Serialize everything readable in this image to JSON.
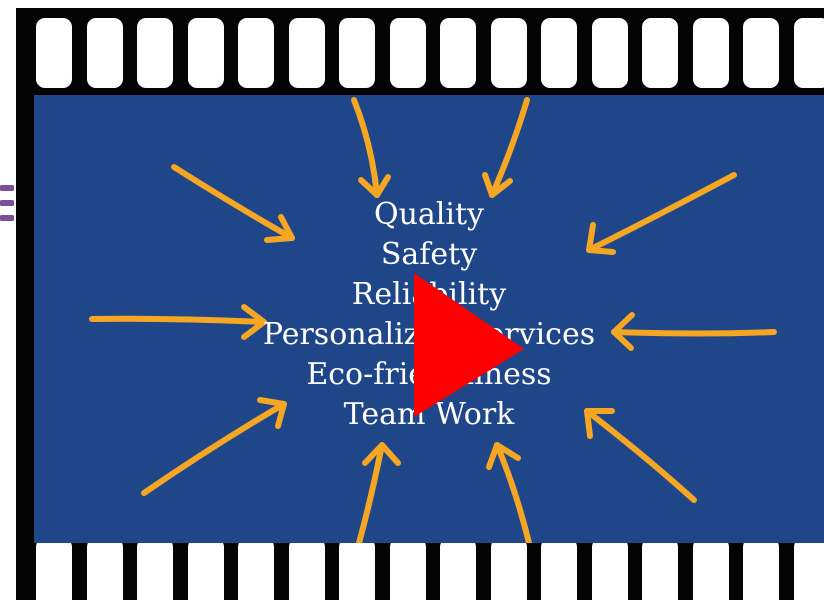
{
  "video": {
    "values": [
      "Quality",
      "Safety",
      "Reliability",
      "Personalized Services",
      "Eco-friendliness",
      "Team Work"
    ],
    "play_icon": "play-icon",
    "menu_icon": "hamburger-menu-icon",
    "colors": {
      "frame_background": "#1f4688",
      "arrow": "#f5a623",
      "text": "#ffffff",
      "play": "#ff0000",
      "film": "#030303",
      "menu": "#7b4f9d"
    }
  }
}
